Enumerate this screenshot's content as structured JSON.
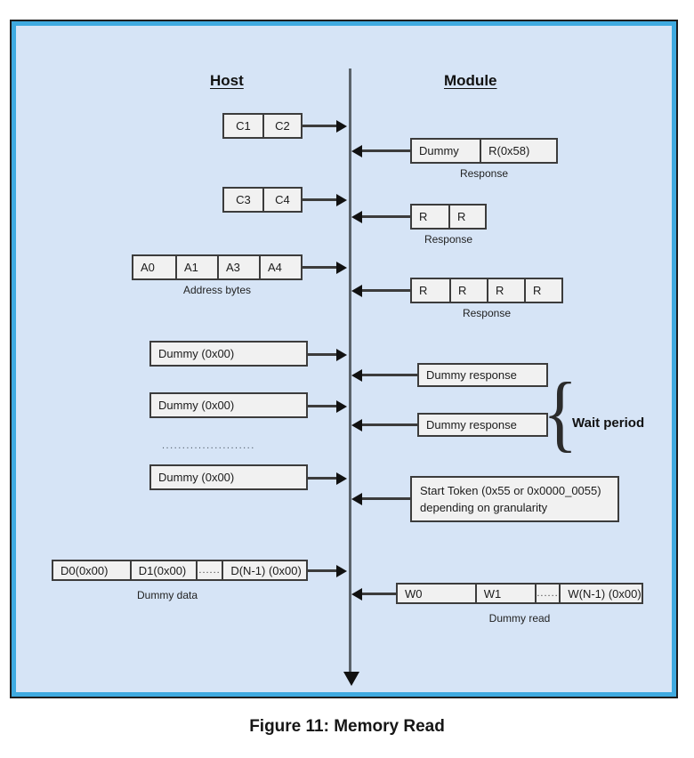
{
  "figure": {
    "caption": "Figure 11: Memory Read"
  },
  "columns": {
    "host": "Host",
    "module": "Module "
  },
  "annotations": {
    "wait_period": "Wait period",
    "ellipsis": "......................."
  },
  "host_messages": [
    {
      "id": "command-c1-c2",
      "cells": [
        "C1",
        "C2"
      ],
      "caption": ""
    },
    {
      "id": "command-c3-c4",
      "cells": [
        "C3",
        "C4"
      ],
      "caption": ""
    },
    {
      "id": "address-bytes",
      "cells": [
        "A0",
        "A1",
        "A3",
        "A4"
      ],
      "caption": "Address bytes"
    },
    {
      "id": "dummy-1",
      "cells": [
        "Dummy (0x00)"
      ],
      "caption": ""
    },
    {
      "id": "dummy-2",
      "cells": [
        "Dummy (0x00)"
      ],
      "caption": ""
    },
    {
      "id": "dummy-3",
      "cells": [
        "Dummy (0x00)"
      ],
      "caption": ""
    },
    {
      "id": "dummy-data",
      "cells": [
        "D0(0x00)",
        "D1(0x00)",
        "......",
        "D(N-1) (0x00)"
      ],
      "caption": "Dummy data"
    }
  ],
  "module_messages": [
    {
      "id": "response-dummy-r58",
      "cells": [
        "Dummy",
        "R(0x58)"
      ],
      "caption": "Response"
    },
    {
      "id": "response-r-r",
      "cells": [
        "R",
        "R"
      ],
      "caption": "Response"
    },
    {
      "id": "response-r-r-r-r",
      "cells": [
        "R",
        "R",
        "R",
        "R"
      ],
      "caption": "Response"
    },
    {
      "id": "dummy-response-1",
      "cells": [
        "Dummy response"
      ],
      "caption": ""
    },
    {
      "id": "dummy-response-2",
      "cells": [
        "Dummy response"
      ],
      "caption": ""
    },
    {
      "id": "start-token",
      "text_line1": "Start Token (0x55 or 0x0000_0055)",
      "text_line2": "depending on granularity",
      "caption": ""
    },
    {
      "id": "dummy-read",
      "cells": [
        "W0",
        "W1",
        "......",
        "W(N-1) (0x00)"
      ],
      "caption": "Dummy read"
    }
  ],
  "colors": {
    "panel_fill": "#d6e4f6",
    "panel_border": "#3faae0",
    "panel_outline": "#1d1d1d",
    "box_fill": "#f1f1f1",
    "box_border": "#3c3c3c",
    "timeline": "#5b636b",
    "arrow": "#111111"
  }
}
